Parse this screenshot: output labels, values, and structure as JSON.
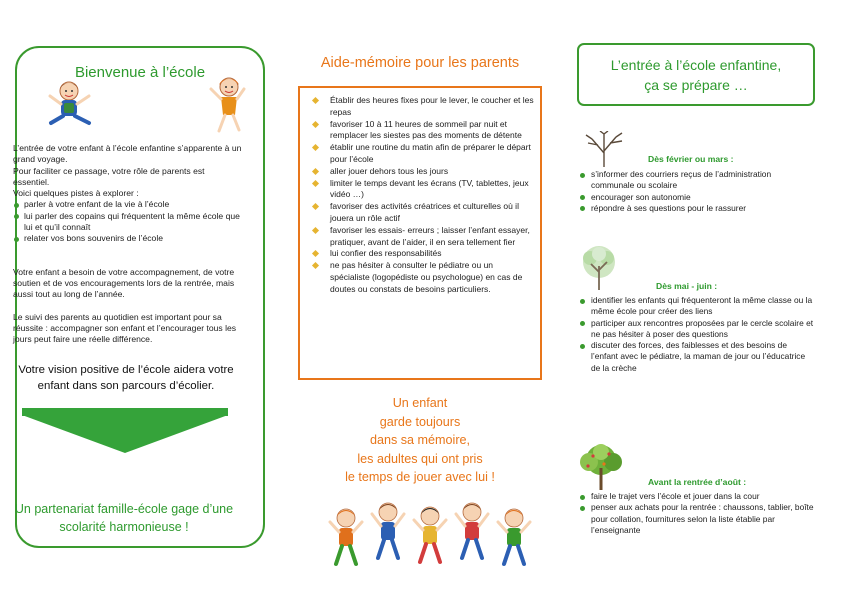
{
  "left": {
    "title": "Bienvenue à l’école",
    "intro1": "L’entrée de votre enfant à l’école enfantine s’apparente à un grand voyage.",
    "intro2": "Pour faciliter ce passage, votre rôle de parents est essentiel.",
    "intro3": "Voici quelques pistes à explorer :",
    "pistes": [
      "parler à votre enfant de la vie à l’école",
      "lui parler des copains qui fréquentent la même école que lui et qu’il connaît",
      "relater vos bons souvenirs de l’école"
    ],
    "para2": "Votre enfant a besoin de votre accompagnement, de votre soutien et de vos encouragements lors de la rentrée, mais aussi tout au long de l’année.",
    "para3": "Le suivi des parents au quotidien est important pour sa réussite : accompagner son enfant et l’encourager tous les jours peut faire une réelle différence.",
    "vision": "Votre vision positive de l’école aidera votre enfant dans son parcours d’écolier.",
    "partner": "Un partenariat famille-école gage d’une scolarité harmonieuse !"
  },
  "middle": {
    "title": "Aide-mémoire pour les parents",
    "items": [
      "Établir des heures fixes pour le lever, le coucher et les repas",
      "favoriser 10 à 11 heures de sommeil par nuit et remplacer les siestes pas des moments de détente",
      "établir une routine du matin afin de préparer le départ pour l’école",
      "aller jouer dehors tous les jours",
      "limiter le temps devant les écrans (TV, tablettes, jeux vidéo …)",
      "favoriser des activités créatrices et culturelles où il jouera un rôle actif",
      "favoriser les essais- erreurs ; laisser l’enfant essayer, pratiquer, avant de l’aider, il en sera tellement fier",
      "lui confier des responsabilités",
      "ne pas hésiter à consulter le pédiatre ou un spécialiste (logopédiste ou psychologue) en cas de doutes ou constats de besoins particuliers."
    ],
    "quote_lines": [
      "Un enfant",
      "garde toujours",
      "dans sa mémoire,",
      "les adultes qui ont pris",
      "le temps de jouer avec lui !"
    ]
  },
  "right": {
    "title_line1": "L’entrée à l’école enfantine,",
    "title_line2": "ça se prépare …",
    "sections": [
      {
        "heading": "Dès février ou mars :",
        "items": [
          "s’informer des courriers reçus de l’administration communale ou scolaire",
          "encourager son autonomie",
          "répondre à ses questions pour le rassurer"
        ]
      },
      {
        "heading": "Dès mai - juin :",
        "items": [
          "identifier les enfants qui fréquenteront la même classe ou la même école pour créer des liens",
          "participer aux rencontres proposées par le cercle scolaire et ne pas hésiter à poser des questions",
          "discuter des forces, des faiblesses et des besoins de l’enfant avec le pédiatre, la maman de jour ou l’éducatrice de la crèche"
        ]
      },
      {
        "heading": "Avant la rentrée d’août :",
        "items": [
          "faire le trajet vers l’école et jouer dans la cour",
          "penser aux achats pour la rentrée : chaussons, tablier, boîte pour collation, fournitures selon la liste établie par l’enseignante"
        ]
      }
    ]
  },
  "colors": {
    "green": "#3a9a2e",
    "orange": "#e8761a",
    "diamond": "#e6b431"
  }
}
